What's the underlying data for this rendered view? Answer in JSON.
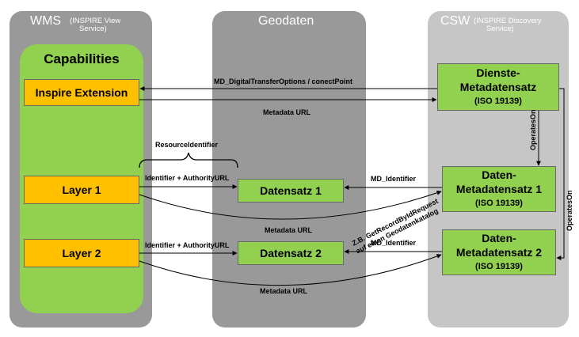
{
  "columns": {
    "wms": {
      "title": "WMS",
      "subtitle_line1": "(INSPIRE View",
      "subtitle_line2": "Service)"
    },
    "geodaten": {
      "title": "Geodaten"
    },
    "csw": {
      "title": "CSW",
      "subtitle_line1": "(INSPIRE Discovery",
      "subtitle_line2": "Service)"
    }
  },
  "capabilities": {
    "title": "Capabilities",
    "inspire_extension": "Inspire Extension",
    "layer1": "Layer 1",
    "layer2": "Layer 2"
  },
  "geodaten": {
    "datensatz1": "Datensatz 1",
    "datensatz2": "Datensatz 2"
  },
  "csw": {
    "dienste": {
      "line1": "Dienste-",
      "line2": "Metadatensatz",
      "line3": "(ISO 19139)"
    },
    "daten1": {
      "line1": "Daten-",
      "line2": "Metadatensatz 1",
      "line3": "(ISO 19139)"
    },
    "daten2": {
      "line1": "Daten-",
      "line2": "Metadatensatz 2",
      "line3": "(ISO 19139)"
    }
  },
  "labels": {
    "md_digital": "MD_DigitalTransferOptions / conectPoint",
    "metadata_url": "Metadata URL",
    "resource_identifier": "ResourceIdentifier",
    "identifier_authority": "Identifier + AuthorityURL",
    "md_identifier": "MD_Identifier",
    "operates_on": "OperatesOn",
    "getrecord_line1": "Z.B. GetRecordByIdRequest",
    "getrecord_line2": "auf einen Geodatenkatalog"
  },
  "colors": {
    "column_dark": "#999999",
    "column_light": "#c6c6c6",
    "green": "#92d050",
    "orange": "#ffc000"
  }
}
